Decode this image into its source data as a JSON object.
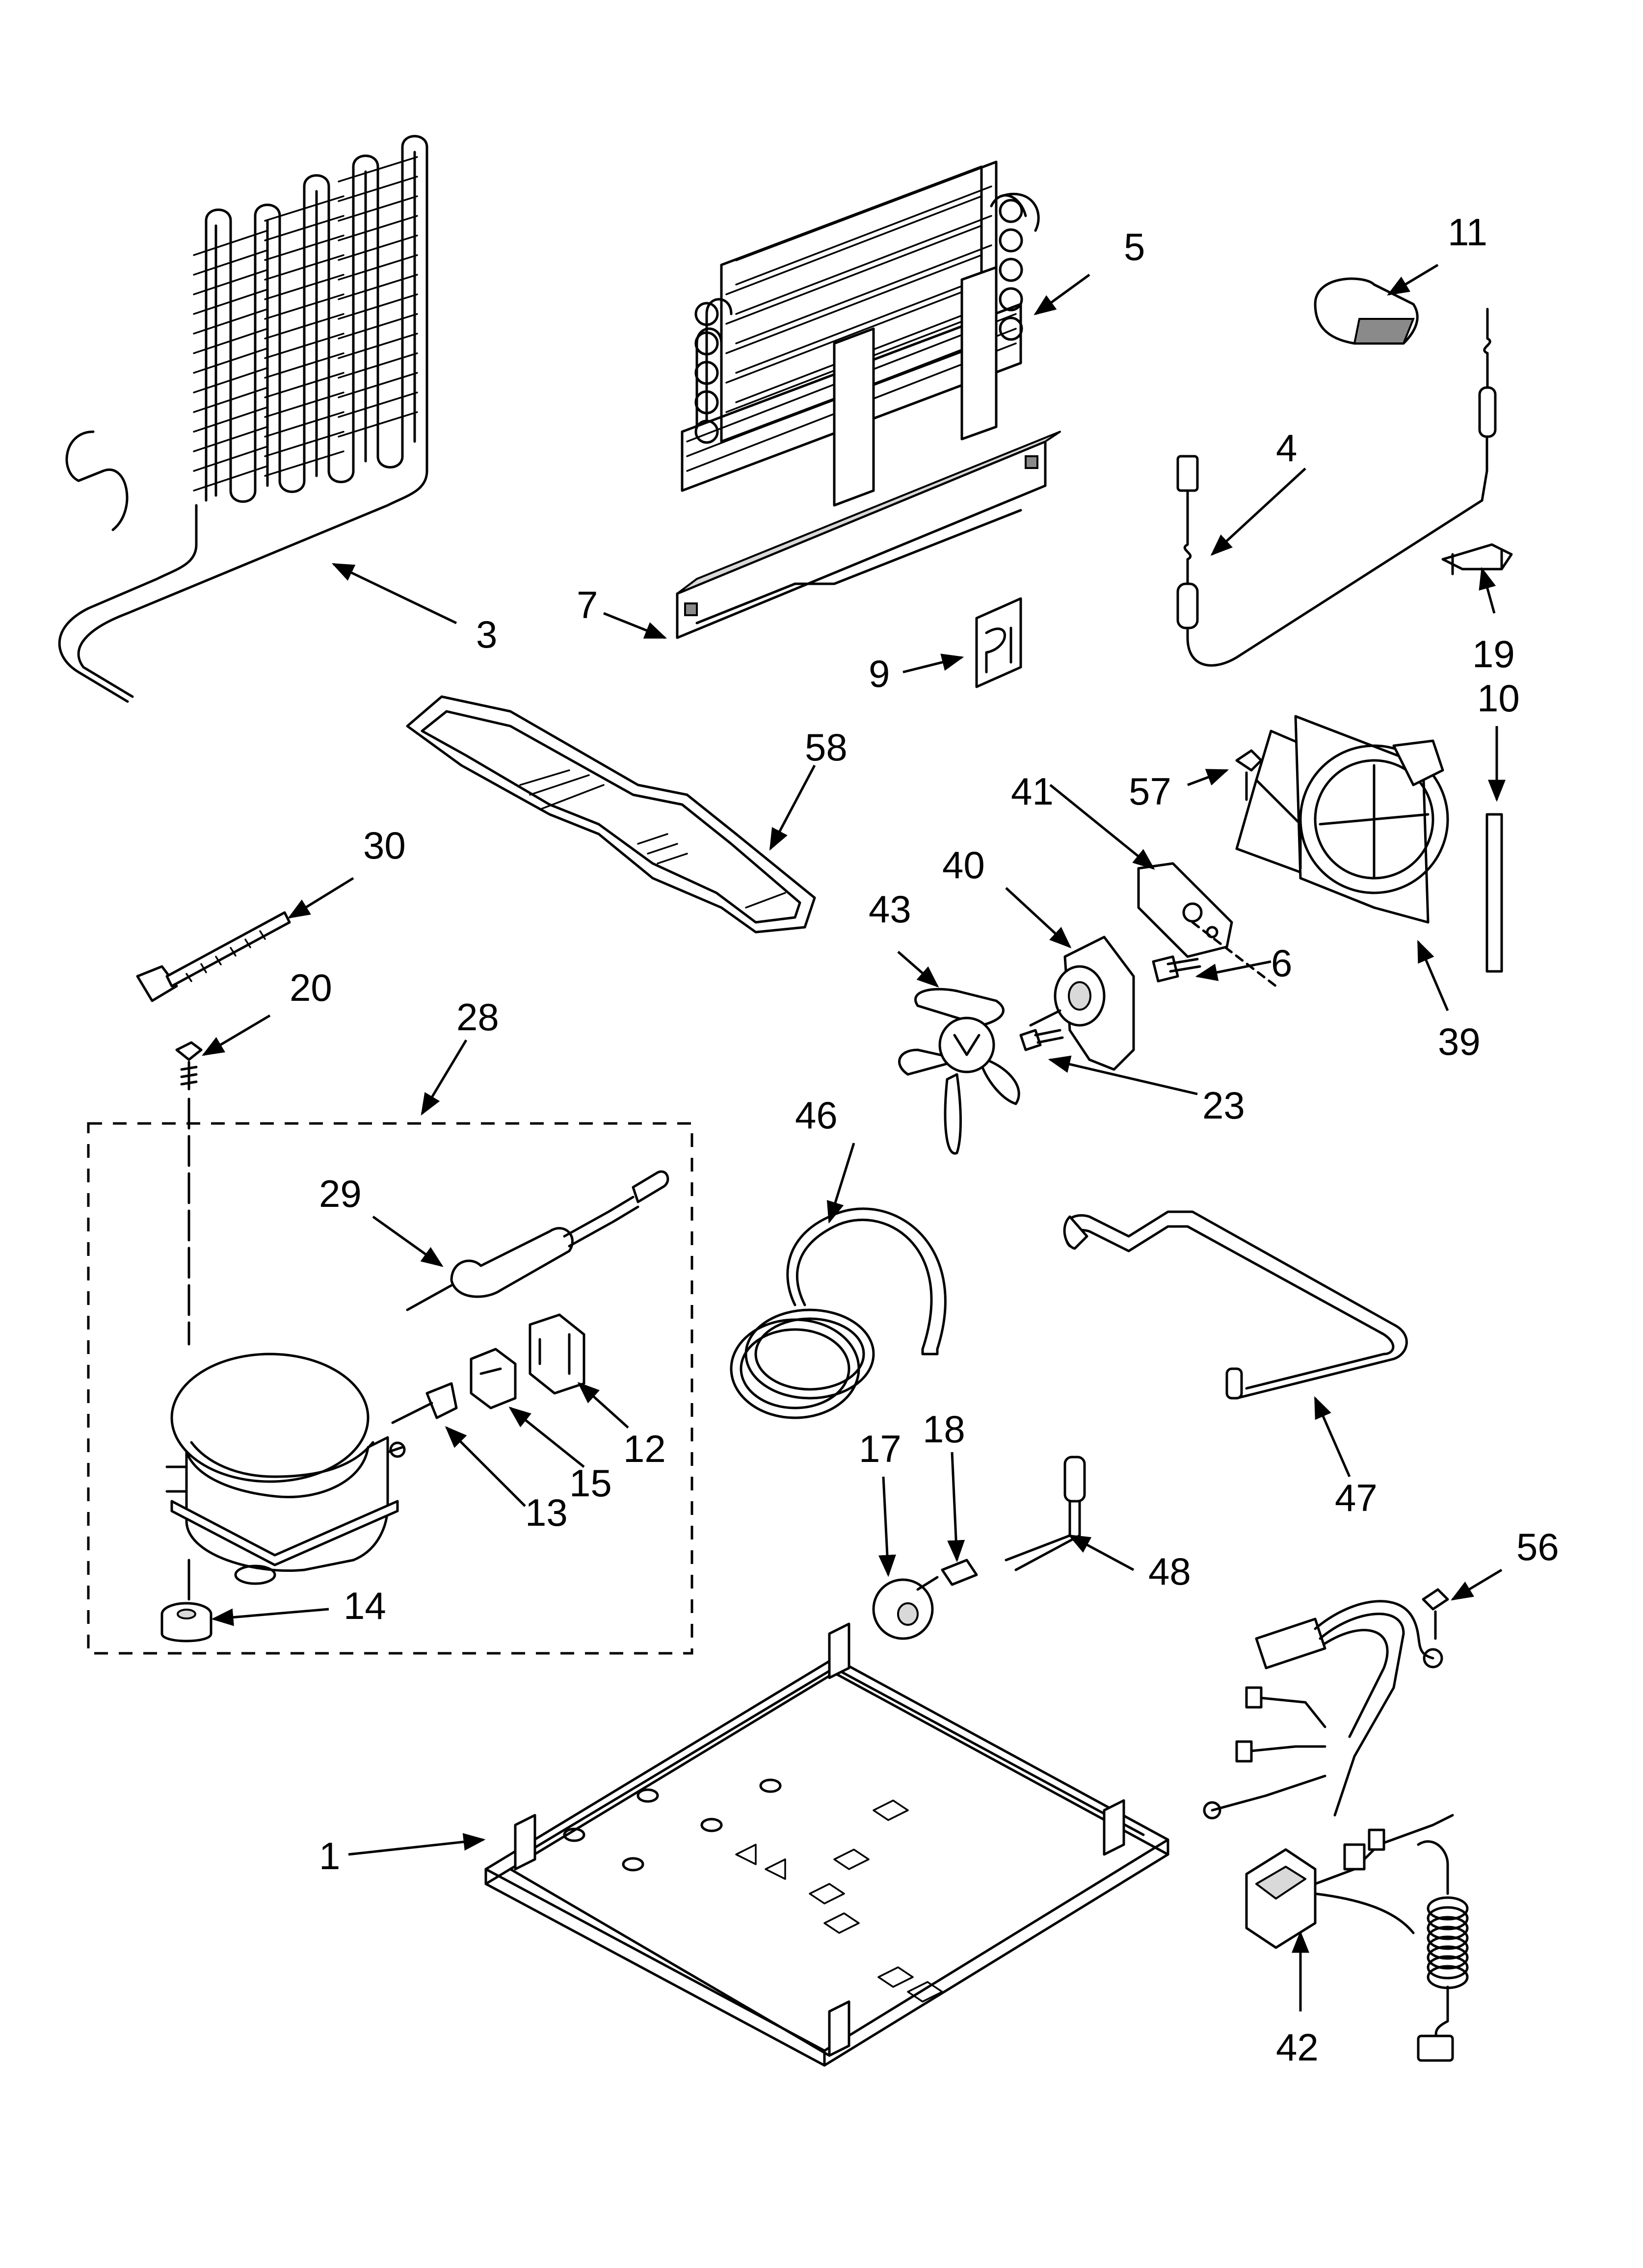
{
  "labels": {
    "p1": "1",
    "p3": "3",
    "p4": "4",
    "p5": "5",
    "p6": "6",
    "p7": "7",
    "p9": "9",
    "p10": "10",
    "p11": "11",
    "p12": "12",
    "p13": "13",
    "p14": "14",
    "p15": "15",
    "p17": "17",
    "p18": "18",
    "p19": "19",
    "p20": "20",
    "p23": "23",
    "p28": "28",
    "p29": "29",
    "p30": "30",
    "p39": "39",
    "p40": "40",
    "p41": "41",
    "p42": "42",
    "p43": "43",
    "p46": "46",
    "p47": "47",
    "p48": "48",
    "p56": "56",
    "p57": "57",
    "p58": "58"
  },
  "colors": {
    "ink": "#000000",
    "paper": "#ffffff",
    "shade": "#d9d9d9"
  }
}
